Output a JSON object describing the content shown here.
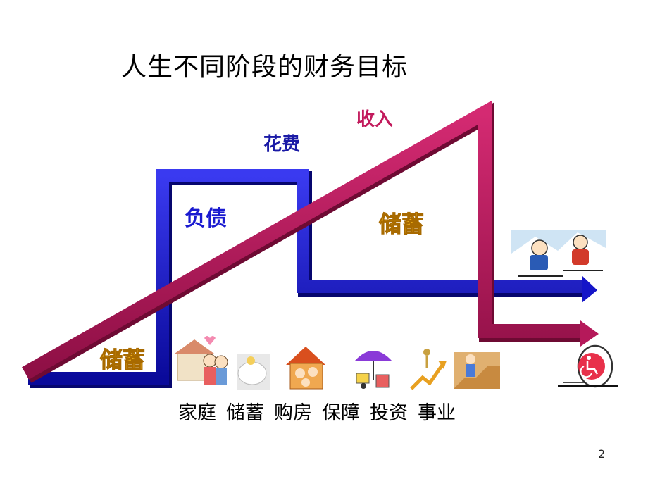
{
  "title": "人生不同阶段的财务目标",
  "labels": {
    "spending": "花费",
    "income": "收入",
    "debt": "负债",
    "savings_right": "储蓄",
    "savings_left": "储蓄"
  },
  "stages": [
    "家庭",
    "储蓄",
    "购房",
    "保障",
    "投资",
    "事业"
  ],
  "page_number": "2",
  "colors": {
    "income_line": "#b5195a",
    "spending_line": "#1515c8",
    "savings_text": "#f2b21a"
  }
}
